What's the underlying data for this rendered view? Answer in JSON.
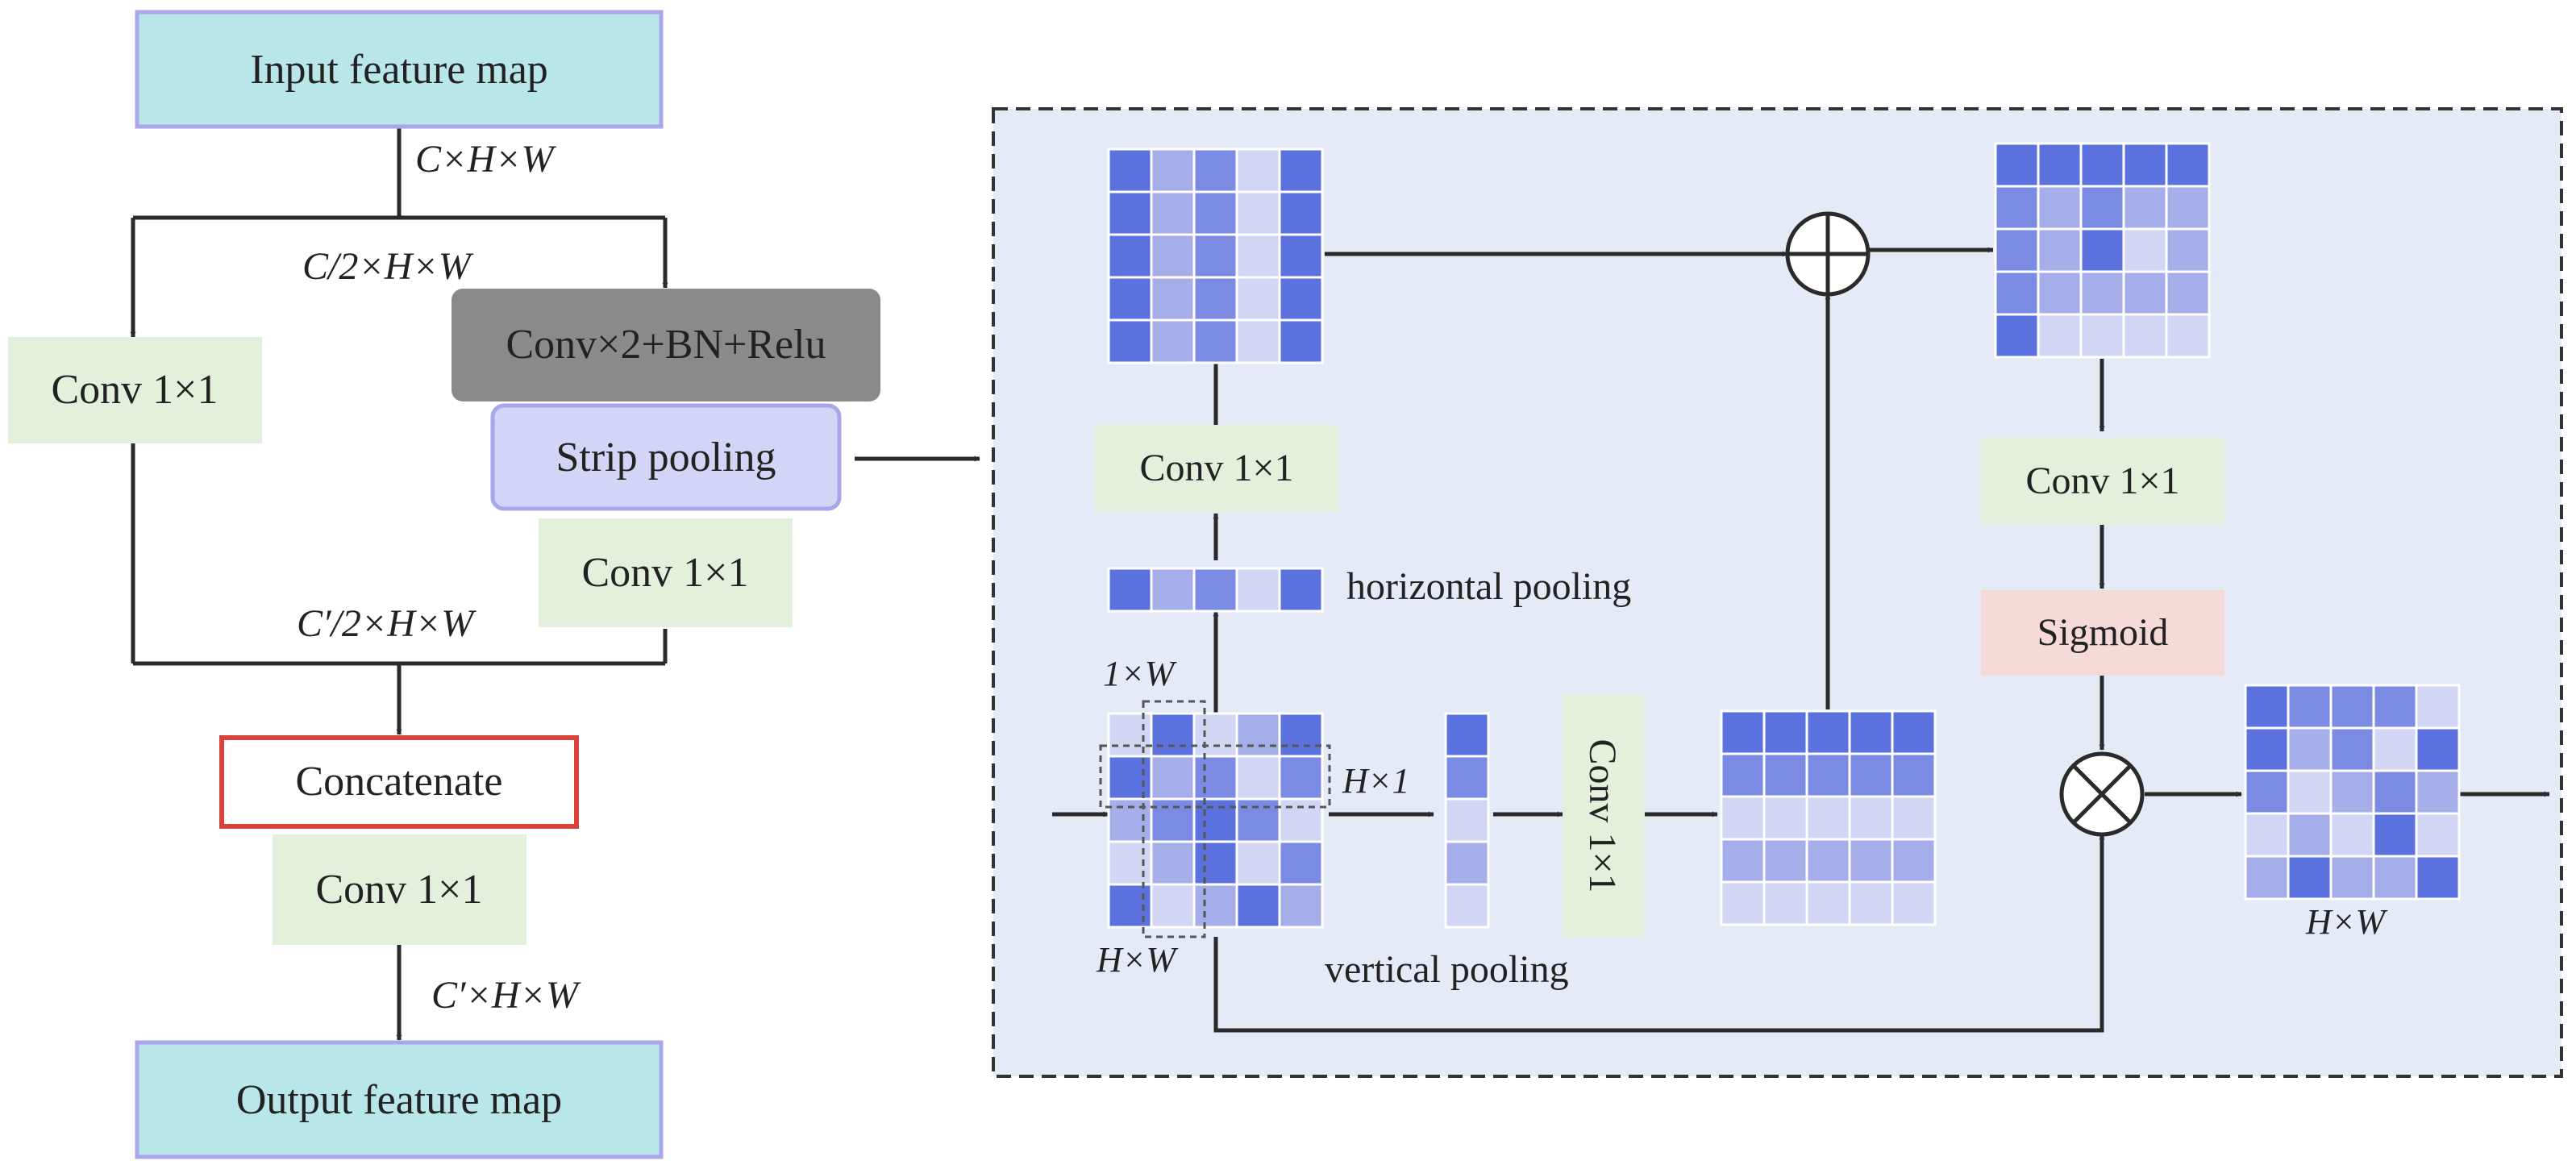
{
  "left_flow": {
    "input_box": "Input feature map",
    "input_dim": "C×H×W",
    "split_dim": "C/2×H×W",
    "branch_conv": "Conv 1×1",
    "conv_bn_relu": "Conv×2+BN+Relu",
    "strip_pooling": "Strip pooling",
    "strip_conv": "Conv 1×1",
    "merge_dim": "C′/2×H×W",
    "concatenate": "Concatenate",
    "post_conv": "Conv 1×1",
    "output_dim": "C′×H×W",
    "output_box": "Output feature map"
  },
  "detail": {
    "top_conv": "Conv 1×1",
    "horizontal_pooling": "horizontal pooling",
    "row_dim": "1×W",
    "col_dim": "H×1",
    "input_dim": "H×W",
    "vertical_pooling": "vertical pooling",
    "mid_conv": "Conv 1×1",
    "right_conv": "Conv 1×1",
    "sigmoid": "Sigmoid",
    "output_dim": "H×W"
  },
  "colors": {
    "cyan_box": "#b9e6e8",
    "cyan_border": "#a9a6ea",
    "green_box": "#e3f1dc",
    "gray_box": "#8a8a8a",
    "lavender_box": "#d3d5f7",
    "red_border": "#d9423a",
    "pink_box": "#f6dad8",
    "panel_bg": "#e4ebf6",
    "cell_dark": "#5b72de",
    "cell_mid": "#7b8ae3",
    "cell_light": "#a6aeea",
    "cell_pale": "#d1d6f5"
  }
}
